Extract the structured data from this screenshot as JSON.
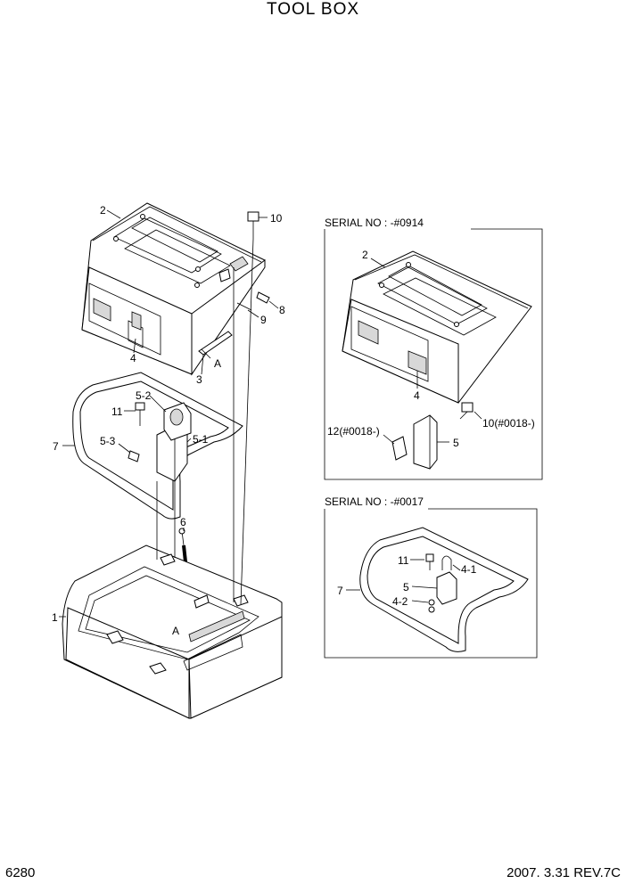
{
  "page": {
    "title": "TOOL BOX",
    "page_number": "6280",
    "revision": "2007. 3.31 REV.7C"
  },
  "main_view": {
    "callouts": {
      "c1": "1",
      "c2": "2",
      "c3": "3",
      "c4": "4",
      "c5_1": "5-1",
      "c5_2": "5-2",
      "c5_3": "5-3",
      "c6": "6",
      "c7": "7",
      "c8": "8",
      "c9": "9",
      "c10": "10",
      "c11": "11",
      "a_top": "A",
      "a_bottom": "A"
    }
  },
  "inset_top": {
    "label": "SERIAL NO : -#0914",
    "callouts": {
      "c2": "2",
      "c4": "4",
      "c5": "5",
      "c10": "10(#0018-)",
      "c12": "12(#0018-)"
    }
  },
  "inset_bottom": {
    "label": "SERIAL NO : -#0017",
    "callouts": {
      "c7": "7",
      "c11": "11",
      "c4_1": "4-1",
      "c5": "5",
      "c4_2": "4-2"
    }
  }
}
